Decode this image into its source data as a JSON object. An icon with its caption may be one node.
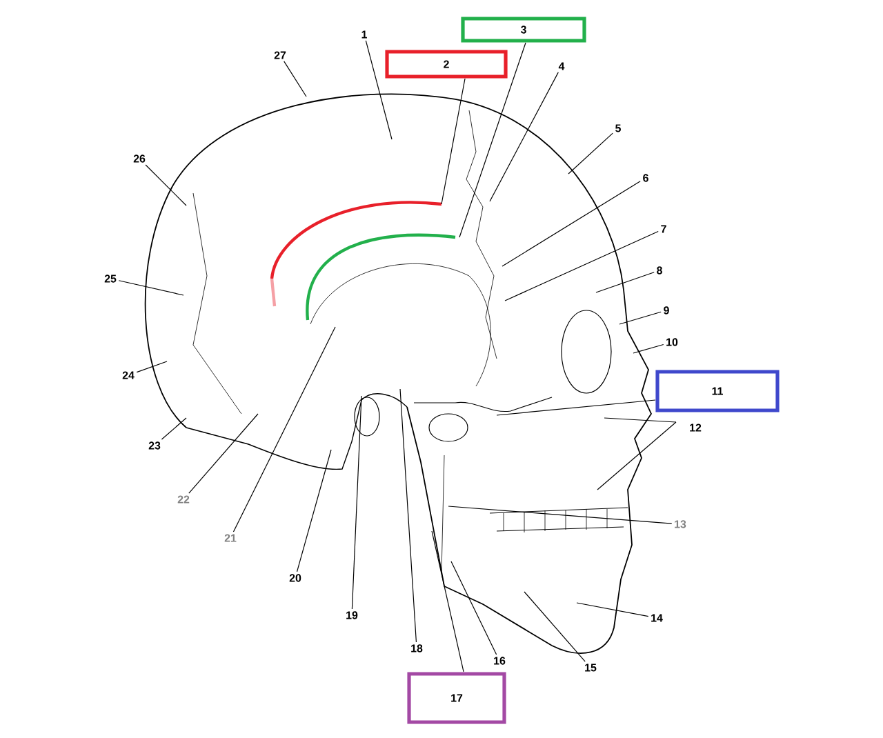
{
  "diagram": {
    "nodes": [
      {
        "text": [
          "1"
        ]
      },
      {
        "text": [
          "2"
        ]
      },
      {
        "text": [
          "3"
        ]
      },
      {
        "text": [
          "4"
        ]
      },
      {
        "text": [
          "5"
        ]
      },
      {
        "text": [
          "6"
        ]
      },
      {
        "text": [
          "7"
        ]
      },
      {
        "text": [
          "8"
        ]
      },
      {
        "text": [
          "9"
        ]
      },
      {
        "text": [
          "10"
        ]
      },
      {
        "text": [
          "11"
        ]
      },
      {
        "text": [
          "12"
        ]
      },
      {
        "text": [
          "13"
        ]
      },
      {
        "text": [
          "14"
        ]
      },
      {
        "text": [
          "15"
        ]
      },
      {
        "text": [
          "16"
        ]
      },
      {
        "text": [
          "17"
        ]
      },
      {
        "text": [
          "18"
        ]
      },
      {
        "text": [
          "19"
        ]
      },
      {
        "text": [
          "20"
        ]
      },
      {
        "text": [
          "21"
        ]
      },
      {
        "text": [
          "22"
        ]
      },
      {
        "text": [
          "23"
        ]
      },
      {
        "text": [
          "24"
        ]
      },
      {
        "text": [
          "25"
        ]
      },
      {
        "text": [
          "26"
        ]
      },
      {
        "text": [
          "27"
        ]
      }
    ],
    "edges": [
      {
        "from": 0,
        "to": null,
        "arrow": "none"
      },
      {
        "from": 1,
        "to": null,
        "arrow": "none"
      },
      {
        "from": 2,
        "to": null,
        "arrow": "none"
      },
      {
        "from": 3,
        "to": null,
        "arrow": "none"
      },
      {
        "from": 4,
        "to": null,
        "arrow": "none"
      },
      {
        "from": 5,
        "to": null,
        "arrow": "none"
      },
      {
        "from": 6,
        "to": null,
        "arrow": "none"
      },
      {
        "from": 7,
        "to": null,
        "arrow": "none"
      },
      {
        "from": 8,
        "to": null,
        "arrow": "none"
      },
      {
        "from": 9,
        "to": null,
        "arrow": "none"
      },
      {
        "from": 10,
        "to": null,
        "arrow": "none"
      },
      {
        "from": 11,
        "to": null,
        "arrow": "none"
      },
      {
        "from": 11,
        "to": null,
        "arrow": "none"
      },
      {
        "from": 12,
        "to": null,
        "arrow": "none"
      },
      {
        "from": 13,
        "to": null,
        "arrow": "none"
      },
      {
        "from": 14,
        "to": null,
        "arrow": "none"
      },
      {
        "from": 15,
        "to": null,
        "arrow": "none"
      },
      {
        "from": 16,
        "to": null,
        "arrow": "none"
      },
      {
        "from": 17,
        "to": null,
        "arrow": "none"
      },
      {
        "from": 18,
        "to": null,
        "arrow": "none"
      },
      {
        "from": 19,
        "to": null,
        "arrow": "none"
      },
      {
        "from": 20,
        "to": null,
        "arrow": "none"
      },
      {
        "from": 21,
        "to": null,
        "arrow": "none"
      },
      {
        "from": 22,
        "to": null,
        "arrow": "none"
      },
      {
        "from": 23,
        "to": null,
        "arrow": "none"
      },
      {
        "from": 24,
        "to": null,
        "arrow": "none"
      },
      {
        "from": 25,
        "to": null,
        "arrow": "none"
      },
      {
        "from": 26,
        "to": null,
        "arrow": "none"
      }
    ]
  }
}
